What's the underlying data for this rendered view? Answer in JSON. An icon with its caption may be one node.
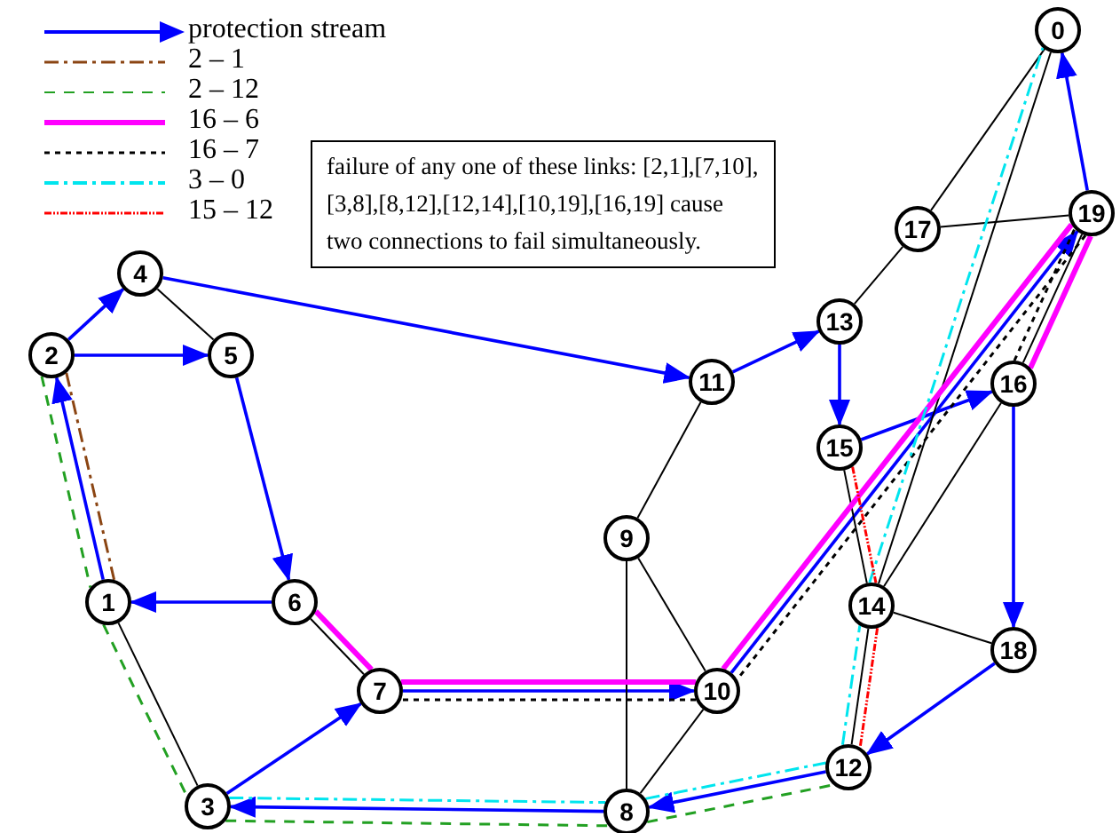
{
  "diagram": {
    "nodes": [
      {
        "text": [
          "0"
        ]
      },
      {
        "text": [
          "1"
        ]
      },
      {
        "text": [
          "2"
        ]
      },
      {
        "text": [
          "3"
        ]
      },
      {
        "text": [
          "4"
        ]
      },
      {
        "text": [
          "5"
        ]
      },
      {
        "text": [
          "6"
        ]
      },
      {
        "text": [
          "7"
        ]
      },
      {
        "text": [
          "8"
        ]
      },
      {
        "text": [
          "9"
        ]
      },
      {
        "text": [
          "10"
        ]
      },
      {
        "text": [
          "11"
        ]
      },
      {
        "text": [
          "12"
        ]
      },
      {
        "text": [
          "13"
        ]
      },
      {
        "text": [
          "14"
        ]
      },
      {
        "text": [
          "15"
        ]
      },
      {
        "text": [
          "16"
        ]
      },
      {
        "text": [
          "17"
        ]
      },
      {
        "text": [
          "18"
        ]
      },
      {
        "text": [
          "19"
        ]
      },
      {
        "text": [
          "failure of any one of these links: [2,1],[7,10],[3,8],[8,12],[12,14],[10,19],[16,19] cause two connections to fail simultaneously."
        ]
      }
    ],
    "edges": [
      {
        "from": 1,
        "to": 2,
        "arrow": "to",
        "color": "#0000ff"
      },
      {
        "from": 2,
        "to": 4,
        "arrow": "to",
        "color": "#0000ff"
      },
      {
        "from": 2,
        "to": 5,
        "arrow": "to",
        "color": "#0000ff"
      },
      {
        "from": 5,
        "to": 6,
        "arrow": "to",
        "color": "#0000ff"
      },
      {
        "from": 6,
        "to": 1,
        "arrow": "to",
        "color": "#0000ff"
      },
      {
        "from": 3,
        "to": 7,
        "arrow": "to",
        "color": "#0000ff"
      },
      {
        "from": 7,
        "to": 10,
        "arrow": "to",
        "color": "#0000ff"
      },
      {
        "from": 10,
        "to": 19,
        "arrow": "to",
        "color": "#0000ff"
      },
      {
        "from": 19,
        "to": 0,
        "arrow": "to",
        "color": "#0000ff"
      },
      {
        "from": 4,
        "to": 11,
        "arrow": "to",
        "color": "#0000ff"
      },
      {
        "from": 11,
        "to": 13,
        "arrow": "to",
        "color": "#0000ff"
      },
      {
        "from": 13,
        "to": 15,
        "arrow": "to",
        "color": "#0000ff"
      },
      {
        "from": 15,
        "to": 16,
        "arrow": "to",
        "color": "#0000ff"
      },
      {
        "from": 16,
        "to": 18,
        "arrow": "to",
        "color": "#0000ff"
      },
      {
        "from": 18,
        "to": 12,
        "arrow": "to",
        "color": "#0000ff"
      },
      {
        "from": 12,
        "to": 8,
        "arrow": "to",
        "color": "#0000ff"
      },
      {
        "from": 8,
        "to": 3,
        "arrow": "to",
        "color": "#0000ff"
      },
      {
        "from": 4,
        "to": 5,
        "arrow": "none",
        "color": "#000000"
      },
      {
        "from": 6,
        "to": 7,
        "arrow": "none",
        "color": "#000000"
      },
      {
        "from": 1,
        "to": 3,
        "arrow": "none",
        "color": "#000000"
      },
      {
        "from": 9,
        "to": 8,
        "arrow": "none",
        "color": "#000000"
      },
      {
        "from": 9,
        "to": 10,
        "arrow": "none",
        "color": "#000000"
      },
      {
        "from": 9,
        "to": 11,
        "arrow": "none",
        "color": "#000000"
      },
      {
        "from": 10,
        "to": 8,
        "arrow": "none",
        "color": "#000000"
      },
      {
        "from": 13,
        "to": 17,
        "arrow": "none",
        "color": "#000000"
      },
      {
        "from": 17,
        "to": 0,
        "arrow": "none",
        "color": "#000000"
      },
      {
        "from": 17,
        "to": 19,
        "arrow": "none",
        "color": "#000000"
      },
      {
        "from": 0,
        "to": 14,
        "arrow": "none",
        "color": "#000000"
      },
      {
        "from": 14,
        "to": 18,
        "arrow": "none",
        "color": "#000000"
      },
      {
        "from": 14,
        "to": 12,
        "arrow": "none",
        "color": "#000000"
      },
      {
        "from": 15,
        "to": 14,
        "arrow": "none",
        "color": "#000000"
      },
      {
        "from": 14,
        "to": 16,
        "arrow": "none",
        "color": "#000000"
      },
      {
        "from": 16,
        "to": 19,
        "arrow": "none",
        "color": "#000000"
      },
      {
        "from": 2,
        "to": 1,
        "arrow": "none",
        "style": "dashed",
        "color": "#8b4513"
      },
      {
        "from": 2,
        "to": 1,
        "arrow": "none",
        "style": "dashed",
        "color": "#22a022"
      },
      {
        "from": 1,
        "to": 3,
        "arrow": "none",
        "style": "dashed",
        "color": "#22a022"
      },
      {
        "from": 3,
        "to": 8,
        "arrow": "none",
        "style": "dashed",
        "color": "#22a022"
      },
      {
        "from": 8,
        "to": 12,
        "arrow": "none",
        "style": "dashed",
        "color": "#22a022"
      },
      {
        "from": 16,
        "to": 19,
        "arrow": "none",
        "style": "thick",
        "color": "#ff00ff"
      },
      {
        "from": 19,
        "to": 10,
        "arrow": "none",
        "style": "thick",
        "color": "#ff00ff"
      },
      {
        "from": 10,
        "to": 7,
        "arrow": "none",
        "style": "thick",
        "color": "#ff00ff"
      },
      {
        "from": 7,
        "to": 6,
        "arrow": "none",
        "style": "thick",
        "color": "#ff00ff"
      },
      {
        "from": 16,
        "to": 19,
        "arrow": "none",
        "style": "dashed",
        "color": "#000000"
      },
      {
        "from": 19,
        "to": 10,
        "arrow": "none",
        "style": "dashed",
        "color": "#000000"
      },
      {
        "from": 10,
        "to": 7,
        "arrow": "none",
        "style": "dashed",
        "color": "#000000"
      },
      {
        "from": 3,
        "to": 8,
        "arrow": "none",
        "style": "dashed",
        "color": "#00e5ee"
      },
      {
        "from": 8,
        "to": 12,
        "arrow": "none",
        "style": "dashed",
        "color": "#00e5ee"
      },
      {
        "from": 12,
        "to": 14,
        "arrow": "none",
        "style": "dashed",
        "color": "#00e5ee"
      },
      {
        "from": 14,
        "to": 0,
        "arrow": "none",
        "style": "dashed",
        "color": "#00e5ee"
      },
      {
        "from": 15,
        "to": 14,
        "arrow": "none",
        "style": "dashed",
        "color": "#ff0000"
      },
      {
        "from": 14,
        "to": 12,
        "arrow": "none",
        "style": "dashed",
        "color": "#ff0000"
      }
    ],
    "legend": [
      {
        "text": "protection stream"
      },
      {
        "text": "2 – 1"
      },
      {
        "text": "2 – 12"
      },
      {
        "text": "16 – 6"
      },
      {
        "text": "16 – 7"
      },
      {
        "text": "3 – 0"
      },
      {
        "text": "15 – 12"
      }
    ]
  }
}
